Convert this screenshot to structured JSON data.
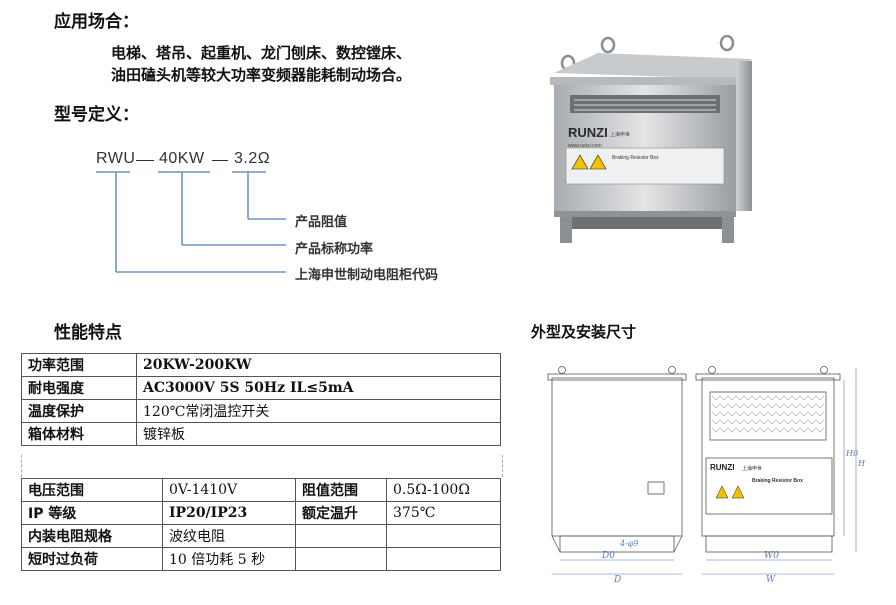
{
  "application": {
    "heading": "应用场合：",
    "line1": "电梯、塔吊、起重机、龙门刨床、数控镗床、",
    "line2": "油田磕头机等较大功率变频器能耗制动场合。"
  },
  "model_def": {
    "heading": "型号定义：",
    "part1": "RWU",
    "part2": "40KW",
    "part3": "3.2Ω",
    "label_resistance": "产品阻值",
    "label_power": "产品标称功率",
    "label_code": "上海申世制动电阻柜代码"
  },
  "features": {
    "heading": "性能特点"
  },
  "dimensions": {
    "heading": "外型及安装尺寸"
  },
  "spec_top": [
    {
      "k": "功率范围",
      "v": "20KW-200KW",
      "bold": true
    },
    {
      "k": "耐电强度",
      "v": "AC3000V 5S 50Hz IL≤5mA",
      "bold": true
    },
    {
      "k": "温度保护",
      "v": "120℃常闭温控开关",
      "bold": false
    },
    {
      "k": "箱体材料",
      "v": "镀锌板",
      "bold": false
    }
  ],
  "spec_bottom": [
    {
      "k1": "电压范围",
      "v1": "0V-1410V",
      "k2": "阻值范围",
      "v2": "0.5Ω-100Ω"
    },
    {
      "k1": "IP 等级",
      "v1": "IP20/IP23",
      "k2": "额定温升",
      "v2": "375℃"
    },
    {
      "k1": "内装电阻规格",
      "v1": "波纹电阻",
      "k2": "",
      "v2": ""
    },
    {
      "k1": "短时过负荷",
      "v1": "10 倍功耗 5 秒",
      "k2": "",
      "v2": ""
    }
  ],
  "photo": {
    "brand": "RUNZI",
    "brand_cn": "上海申世",
    "site": "www.runzi.com",
    "plate_title": "Braking Resistor Box"
  },
  "drawing": {
    "dim_d0": "D0",
    "dim_d": "D",
    "dim_w0": "W0",
    "dim_w": "W",
    "dim_h0": "H0",
    "dim_h": "H",
    "dim_phi": "4-φ9",
    "brand": "RUNZI",
    "brand_cn": "上海申世",
    "plate_title": "Braking Resistor Box"
  },
  "colors": {
    "line": "#6e93c6",
    "text": "#111111"
  }
}
